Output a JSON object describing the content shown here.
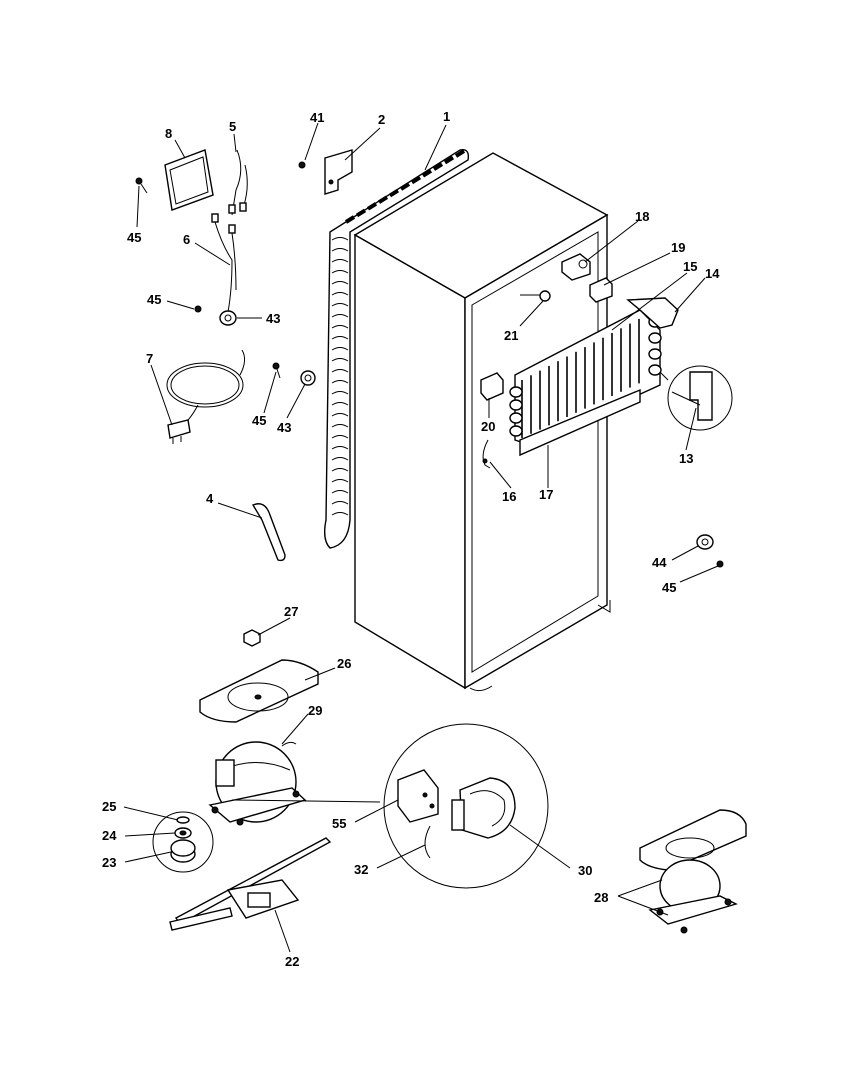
{
  "labels": {
    "p1": "1",
    "p2": "2",
    "p4": "4",
    "p5": "5",
    "p6": "6",
    "p7": "7",
    "p8": "8",
    "p13": "13",
    "p14": "14",
    "p15": "15",
    "p16": "16",
    "p17": "17",
    "p18": "18",
    "p19": "19",
    "p20": "20",
    "p21": "21",
    "p22": "22",
    "p23": "23",
    "p24": "24",
    "p25": "25",
    "p26": "26",
    "p27": "27",
    "p28": "28",
    "p29": "29",
    "p30": "30",
    "p32": "32",
    "p41": "41",
    "p43a": "43",
    "p43b": "43",
    "p44": "44",
    "p45a": "45",
    "p45b": "45",
    "p45c": "45",
    "p45d": "45",
    "p55": "55"
  }
}
